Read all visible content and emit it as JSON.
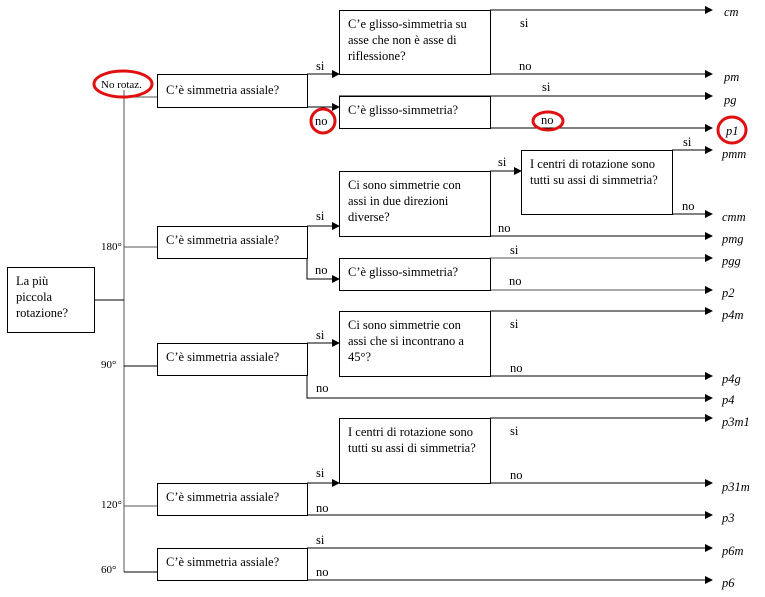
{
  "root": {
    "question": "La più piccola rotazione?"
  },
  "rotations": {
    "none": "No rotaz.",
    "r180": "180°",
    "r90": "90°",
    "r120": "120°",
    "r60": "60°"
  },
  "questions": {
    "axial": "C’è simmetria assiale?",
    "axial_no_rot": "C’è simmetria assiale?",
    "glide_non_axis": "C’e glisso-simmetria su asse che non è asse di riflessione?",
    "glide_no_rot": "C’è glisso-simmetria?",
    "two_directions": "Ci sono simmetrie con assi in due direzioni diverse?",
    "centers_180": "I centri di rotazione sono tutti su assi di simmetria?",
    "glide_180": "C’è glisso-simmetria?",
    "axial_180": "C’è simmetria assiale?",
    "axial_90": "C’è simmetria assiale?",
    "axes_45": "Ci sono simmetrie con assi che si incontrano a 45°?",
    "centers_120": "I centri di rotazione sono tutti su assi di simmetria?",
    "axial_120": "C’è simmetria assiale?",
    "axial_60": "C’è simmetria assiale?"
  },
  "labels": {
    "yes": "si",
    "no": "no"
  },
  "results": [
    "cm",
    "pm",
    "pg",
    "p1",
    "pmm",
    "cmm",
    "pmg",
    "pgg",
    "p2",
    "p4m",
    "p4g",
    "p4",
    "p3m1",
    "p31m",
    "p3",
    "p6m",
    "p6"
  ],
  "colors": {
    "highlight": "#e01010",
    "line": "#000000"
  }
}
